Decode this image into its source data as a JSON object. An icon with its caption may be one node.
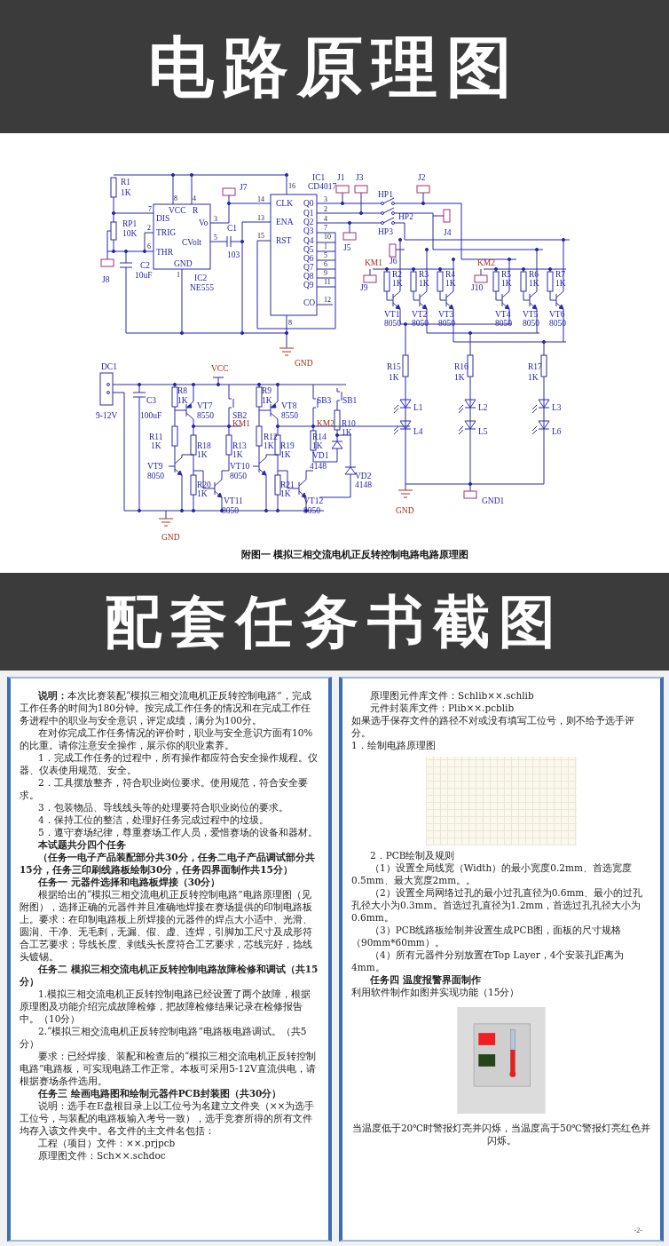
{
  "diagram": {
    "caption": "附图一  模拟三相交流电机正反转控制电路电路原理图",
    "labels": [
      "电路原理图",
      "R1",
      "1K",
      "8",
      "4",
      "J7",
      "16",
      "IC1",
      "CD4017",
      "7",
      "DIS",
      "VCC",
      "R",
      "14",
      "CLK",
      "Q0",
      "3",
      "Q1",
      "2",
      "13",
      "ENA",
      "Q2",
      "4",
      "Vo",
      "3",
      "RP1",
      "10K",
      "2",
      "TRIG",
      "C1",
      "Q3",
      "7",
      "15",
      "RST",
      "Q4",
      "10",
      "CVolt",
      "5",
      "6",
      "THR",
      "Q5",
      "1",
      "103",
      "Q6",
      "5",
      "C2",
      "10uF",
      "GND",
      "J8",
      "Q7",
      "6",
      "1",
      "IC2",
      "NE555",
      "Q8",
      "9",
      "Q9",
      "11",
      "CO",
      "12",
      "8",
      "GND",
      "J1",
      "J3",
      "J2",
      "HP1",
      "HP2",
      "HP3",
      "J4",
      "J5",
      "KM1",
      "J6",
      "J9",
      "R2",
      "1K",
      "R3",
      "1K",
      "R4",
      "1K",
      "KM2",
      "J10",
      "R5",
      "1K",
      "R6",
      "1K",
      "R7",
      "1K",
      "VT1",
      "8050",
      "VT2",
      "8050",
      "VT3",
      "8050",
      "VT4",
      "8050",
      "VT5",
      "8050",
      "VT6",
      "8050",
      "DC1",
      "VCC",
      "R15",
      "R16",
      "R17",
      "1K",
      "1K",
      "1K",
      "R8",
      "R9",
      "C3",
      "1K",
      "1K",
      "SB3",
      "SB1",
      "VT7",
      "VT8",
      "L1",
      "L2",
      "L3",
      "9-12V",
      "100uF",
      "8550",
      "SB2",
      "8550",
      "KM1",
      "KM2",
      "R10",
      "1K",
      "L4",
      "L5",
      "L6",
      "R11",
      "R12",
      "R14",
      "1K",
      "R18",
      "R13",
      "1K",
      "R19",
      "1K",
      "1K",
      "1K",
      "1K",
      "VD1",
      "VT9",
      "VT10",
      "4148",
      "8050",
      "8050",
      "VD2",
      "R20",
      "R21",
      "4148",
      "1K",
      "1K",
      "VT11",
      "VT12",
      "GND1",
      "8050",
      "8050",
      "GND",
      "GND",
      "配套任务书截图",
      "**说明：**本次比赛装配“模拟三相交流电机正反转控制电路”，完成工作任务的时间为180分钟。按完成工作任务的情况和在完成工作任务进程中的职业与安全意识，评定成绩，满分为100分。",
      "在对你完成工作任务情况的评价时，职业与安全意识方面有10%的比重。请你注意安全操作，展示你的职业素养。",
      "1．完成工作任务的过程中，所有操作都应符合安全操作规程。仪器、仪表使用规范、安全。",
      "2．工具摆放整齐，符合职业岗位要求。使用规范，符合安全要求。",
      "3．包装物品、导线线头等的处理要符合职业岗位的要求。",
      "4．保持工位的整洁，处理好任务完成过程中的垃圾。",
      "5．遵守赛场纪律，尊重赛场工作人员，爱惜赛场的设备和器材。",
      "本试题共分四个任务",
      "（任务一电子产品装配部分共30分，任务二电子产品调试部分共15分，任务三印刷线路板绘制30分，任务四界面制作共15分）",
      "任务一 元器件选择和电路板焊接（30分）",
      "根据给出的“模拟三相交流电机正反转控制电路”电路原理图（见附图），选择正确的元器件并且准确地焊接在赛场提供的印制电路板上。要求：在印制电路板上所焊接的元器件的焊点大小适中、光滑、圆润、干净、无毛刺，无漏、假、虚、连焊，引脚加工尺寸及成形符合工艺要求；导线长度、剥线头长度符合工艺要求，芯线完好，捻线头镀锡。",
      "任务二 模拟三相交流电机正反转控制电路故障检修和调试（共15分）",
      "1.模拟三相交流电机正反转控制电路已经设置了两个故障，根据原理图及功能介绍完成故障检修，把故障检修结果记录在检修报告中。（10分）",
      "2.“模拟三相交流电机正反转控制电路”电路板电路调试。（共5分）",
      "要求：已经焊接、装配和检查后的“模拟三相交流电机正反转控制电路”电路板，可实现电路工作正常。本板可采用5-12V直流供电，请根据赛场条件选用。",
      "任务三 绘画电路图和绘制元器件PCB封装图（共30分）",
      "说明：选手在E盘根目录上以工位号为名建立文件夹（××为选手工位号，与装配的电路板输入考号一致），选手竞赛所得的所有文件均存入该文件夹中。各文件的主文件名包括：",
      "工程（项目）文件：××.prjpcb",
      "原理图文件：Sch××.schdoc",
      "原理图元件库文件：Schlib××.schlib",
      "元件封装库文件：Plib××.pcblib",
      "如果选手保存文件的路径不对或没有填写工位号，则不给予选手评分。",
      "1．绘制电路原理图",
      "2．PCB绘制及规则",
      "（1）设置全局线宽（Width）的最小宽度0.2mm、首选宽度0.5mm、最大宽度2mm。。",
      "（2）设置全局网络过孔的最小过孔直径为0.6mm、最小的过孔孔径大小为0.3mm。首选过孔直径为1.2mm，首选过孔孔径大小为0.6mm。",
      "（3）PCB线路板绘制并设置生成PCB图，面板的尺寸规格（90mm*60mm）。",
      "（4）所有元器件分别放置在Top Layer，4个安装孔距离为4mm。",
      "任务四 温度报警界面制作",
      "利用软件制作如图并实现功能（15分）",
      "当温度低于20℃时警报灯亮并闪烁，当温度高于50℃警报灯亮红色并闪烁。",
      "-2-"
    ]
  }
}
